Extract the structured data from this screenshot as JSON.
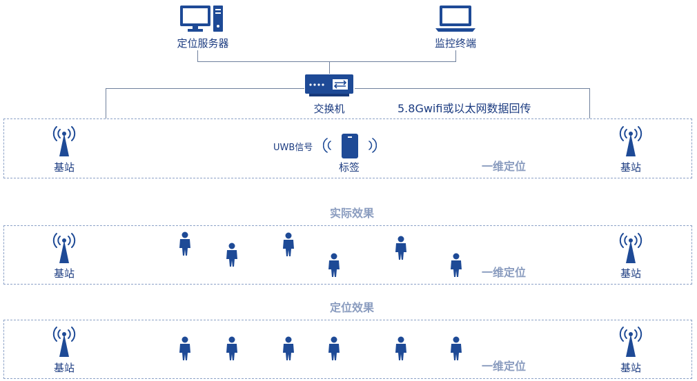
{
  "server": {
    "label": "定位服务器",
    "icon": "server-icon"
  },
  "monitor": {
    "label": "监控终端",
    "icon": "laptop-icon"
  },
  "switch": {
    "label": "交换机",
    "icon": "switch-icon"
  },
  "backhaul_label": "5.8Gwifi或以太网数据回传",
  "zone1": {
    "left_station": "基站",
    "right_station": "基站",
    "uwb_signal": "UWB信号",
    "tag": "标签",
    "mode": "一维定位"
  },
  "section_actual": "实际效果",
  "zone2": {
    "left_station": "基站",
    "right_station": "基站",
    "mode": "一维定位"
  },
  "section_positioned": "定位效果",
  "zone3": {
    "left_station": "基站",
    "right_station": "基站",
    "mode": "一维定位"
  },
  "colors": {
    "primary": "#1e4a96",
    "line": "#6e7f9c",
    "dash": "#8aa0c6",
    "muted": "#8a9cbf"
  }
}
